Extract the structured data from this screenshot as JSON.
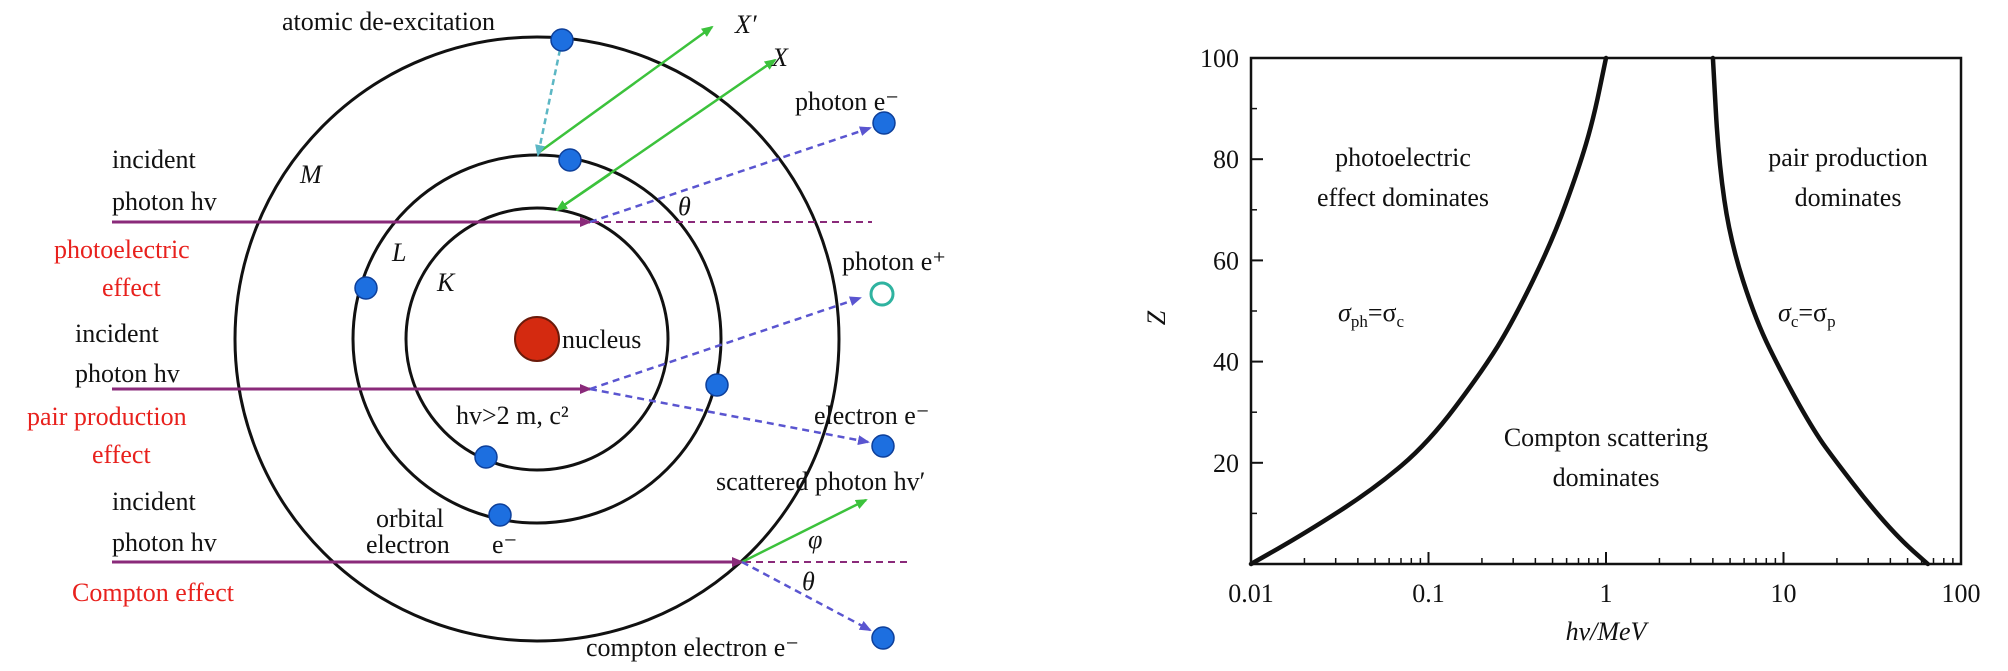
{
  "colors": {
    "photon_line": "#8a2a7a",
    "arrow_green": "#3cc23c",
    "dashed_blue": "#5a55d0",
    "deexcite_teal": "#5cb7c4",
    "electron_blue": "#1d6fe0",
    "nucleus_red": "#d42a10",
    "positron_teal": "#2fb3a0",
    "effect_red": "#e8211d"
  },
  "diagram": {
    "atomic_de_excitation": "atomic de-excitation",
    "x_prime": "X′",
    "x": "X",
    "photon_e_minus": "photon e⁻",
    "photon_e_plus": "photon e⁺",
    "electron_e_minus": "electron e⁻",
    "scattered_photon": "scattered photon hv′",
    "compton_electron": "compton electron  e⁻",
    "shell_m": "M",
    "shell_l": "L",
    "shell_k": "K",
    "nucleus": "nucleus",
    "theta": "θ",
    "phi": "φ",
    "threshold": "hv>2 m, c²",
    "orbital_electron_line1": "orbital",
    "orbital_electron_line2": "electron",
    "orbital_electron_e": "e⁻",
    "incident_1_line1": "incident",
    "incident_1_line2": "photon hv",
    "effect_1_line1": "photoelectric",
    "effect_1_line2": "effect",
    "incident_2_line1": "incident",
    "incident_2_line2": "photon hv",
    "effect_2_line1": "pair production",
    "effect_2_line2": "effect",
    "incident_3_line1": "incident",
    "incident_3_line2": "photon hv",
    "effect_3": "Compton effect"
  },
  "chart_data": {
    "type": "line",
    "xlabel": "hv/MeV",
    "ylabel": "Z",
    "xscale": "log",
    "xlim": [
      0.01,
      100
    ],
    "ylim": [
      0,
      100
    ],
    "x_ticks": [
      "0.01",
      "0.1",
      "1",
      "10",
      "100"
    ],
    "y_ticks": [
      "20",
      "40",
      "60",
      "80",
      "100"
    ],
    "series": [
      {
        "name": "σph=σc",
        "x": [
          0.01,
          0.02,
          0.05,
          0.1,
          0.2,
          0.3,
          0.5,
          0.7,
          0.85,
          1.0
        ],
        "y": [
          0,
          6,
          15,
          24,
          38,
          48,
          64,
          78,
          88,
          100
        ]
      },
      {
        "name": "σc=σp",
        "x": [
          4.0,
          4.3,
          5,
          7,
          10,
          15,
          20,
          30,
          45,
          65
        ],
        "y": [
          100,
          80,
          64,
          48,
          37,
          26,
          20,
          12,
          5,
          0
        ]
      }
    ],
    "region_labels": {
      "photoelectric_line1": "photoelectric",
      "photoelectric_line2": "effect dominates",
      "pair_line1": "pair production",
      "pair_line2": "dominates",
      "compton_line1": "Compton scattering",
      "compton_line2": "dominates"
    },
    "curve_labels": {
      "left_sigma": "σ",
      "left_sub1": "ph",
      "left_eq": "=σ",
      "left_sub2": "c",
      "right_sigma": "σ",
      "right_sub1": "c",
      "right_eq": "=σ",
      "right_sub2": "p"
    }
  }
}
